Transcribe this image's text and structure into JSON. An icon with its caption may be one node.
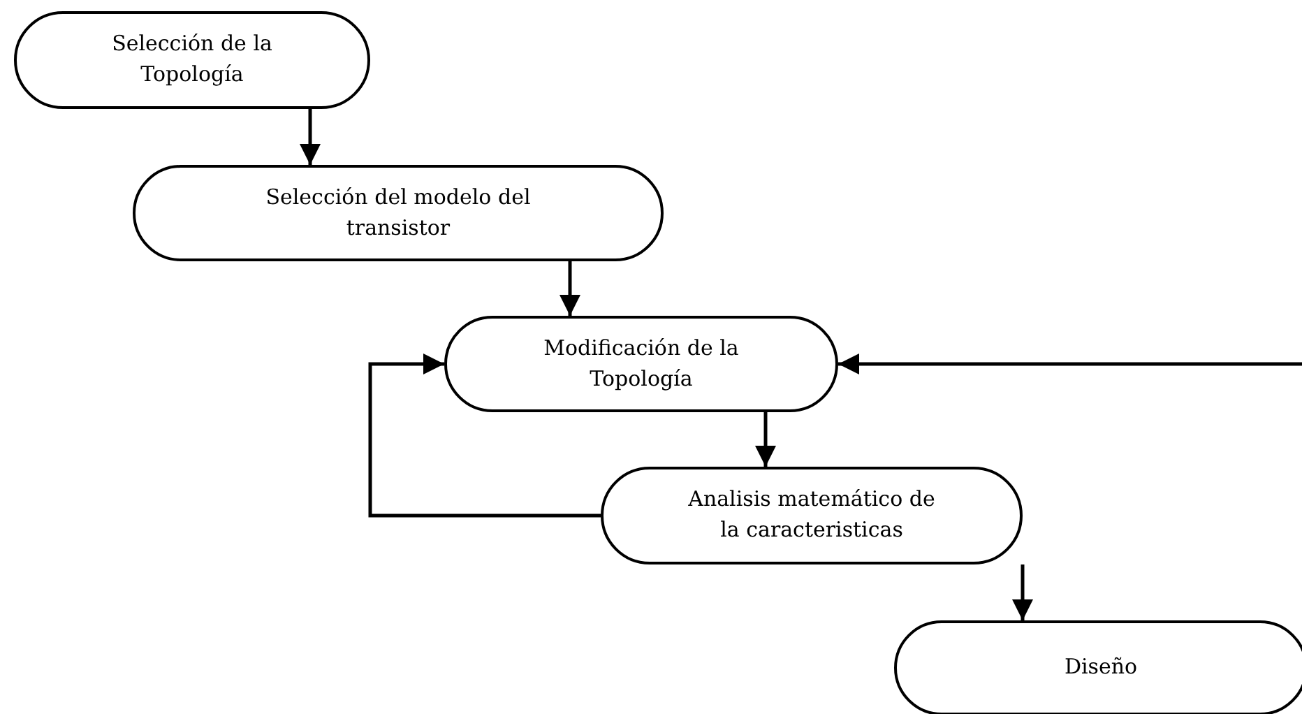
{
  "diagram": {
    "nodes": [
      {
        "text": [
          "Selección de la Topología"
        ]
      },
      {
        "text": [
          "Selección del modelo del transistor"
        ]
      },
      {
        "text": [
          "Modificación de la Topología"
        ]
      },
      {
        "text": [
          "Analisis matemático de la caracteristicas"
        ]
      },
      {
        "text": [
          "Diseño"
        ]
      }
    ],
    "edges": [
      {
        "from": 0,
        "to": 1,
        "arrow": "to"
      },
      {
        "from": 1,
        "to": 2,
        "arrow": "to"
      },
      {
        "from": 2,
        "to": 3,
        "arrow": "to"
      },
      {
        "from": 3,
        "to": 4,
        "arrow": "to"
      },
      {
        "from": 3,
        "to": 2,
        "arrow": "to"
      },
      {
        "from": 4,
        "to": 2,
        "arrow": "to"
      }
    ]
  }
}
